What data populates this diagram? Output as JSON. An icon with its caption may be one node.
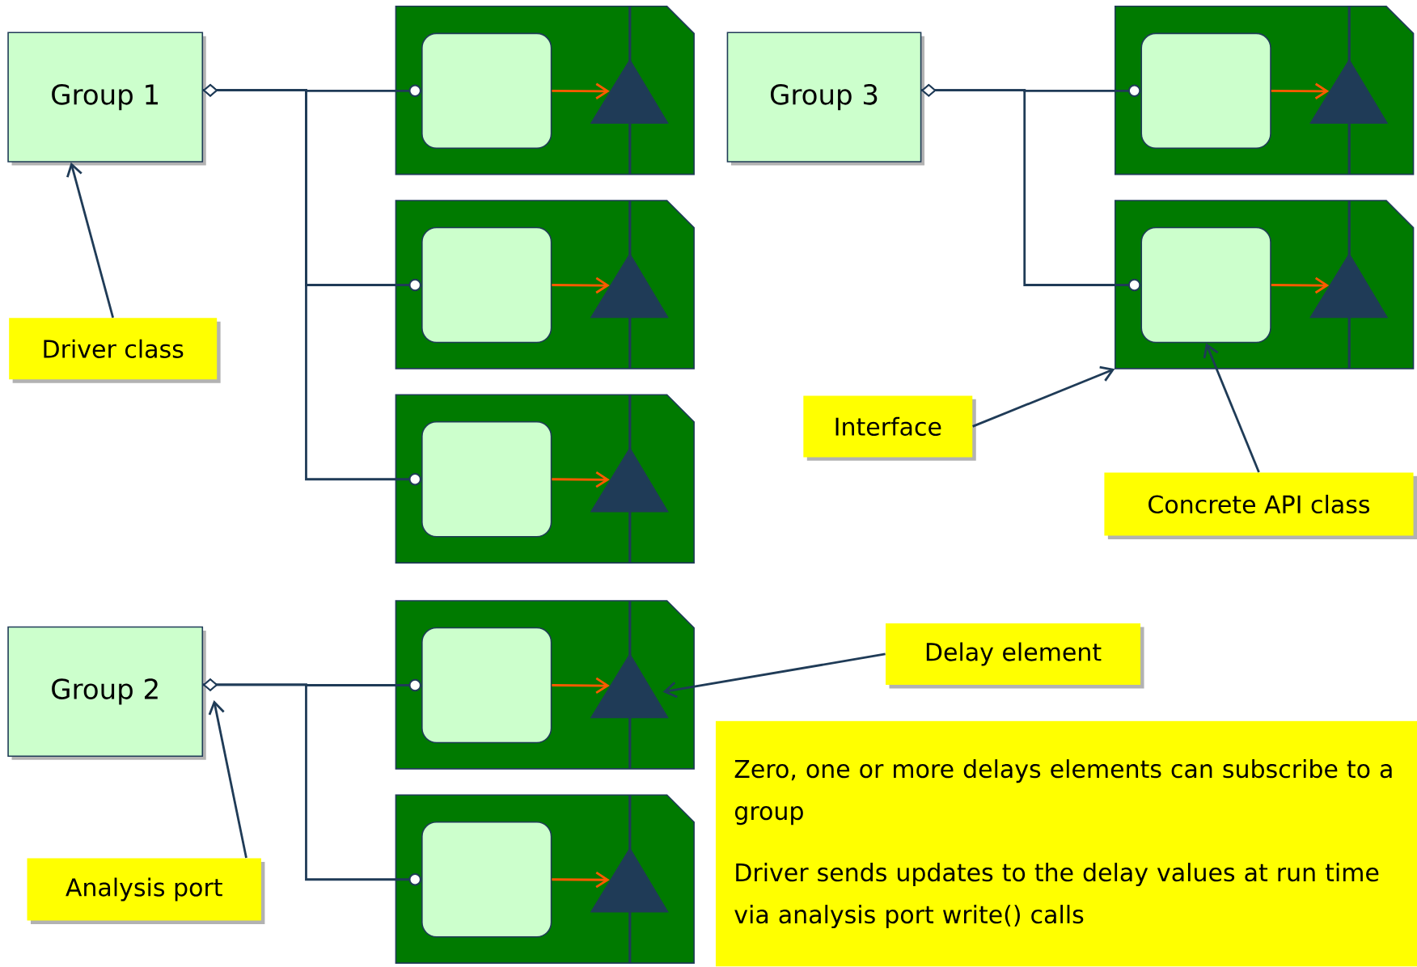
{
  "diagram": {
    "nodes": [
      {
        "text": [
          "Group 1"
        ]
      },
      {
        "text": [
          "Group 3"
        ]
      },
      {
        "text": [
          "Driver class"
        ]
      },
      {
        "text": [
          "Interface"
        ]
      },
      {
        "text": [
          "Concrete API class"
        ]
      },
      {
        "text": [
          "Group 2"
        ]
      },
      {
        "text": [
          "Delay element"
        ]
      },
      {
        "text": [
          "Analysis port"
        ]
      },
      {
        "text": [
          "Zero, one or more delays elements can subscribe to a group",
          "Driver sends updates to the delay values at run time via analysis port write() calls"
        ]
      },
      {
        "text": [],
        "shape": "box"
      },
      {
        "text": [],
        "shape": "box",
        "in": 9
      },
      {
        "text": [],
        "shape": "triangle",
        "in": 9
      },
      {
        "text": [],
        "shape": "box"
      },
      {
        "text": [],
        "shape": "box",
        "in": 12
      },
      {
        "text": [],
        "shape": "triangle",
        "in": 12
      },
      {
        "text": [],
        "shape": "box"
      },
      {
        "text": [],
        "shape": "box",
        "in": 15
      },
      {
        "text": [],
        "shape": "triangle",
        "in": 15
      },
      {
        "text": [],
        "shape": "box"
      },
      {
        "text": [],
        "shape": "box",
        "in": 18
      },
      {
        "text": [],
        "shape": "triangle",
        "in": 18
      },
      {
        "text": [],
        "shape": "box"
      },
      {
        "text": [],
        "shape": "box",
        "in": 21
      },
      {
        "text": [],
        "shape": "triangle",
        "in": 21
      },
      {
        "text": [],
        "shape": "box"
      },
      {
        "text": [],
        "shape": "box",
        "in": 24
      },
      {
        "text": [],
        "shape": "triangle",
        "in": 24
      },
      {
        "text": [],
        "shape": "box"
      },
      {
        "text": [],
        "shape": "box",
        "in": 27
      },
      {
        "text": [],
        "shape": "triangle",
        "in": 27
      }
    ],
    "edges": [
      {
        "from": 0,
        "to": 10,
        "arrow": "other"
      },
      {
        "from": 0,
        "to": 16,
        "arrow": "other"
      },
      {
        "from": 0,
        "to": 22,
        "arrow": "other"
      },
      {
        "from": 1,
        "to": 13,
        "arrow": "other"
      },
      {
        "from": 1,
        "to": 19,
        "arrow": "other"
      },
      {
        "from": 5,
        "to": 25,
        "arrow": "other"
      },
      {
        "from": 5,
        "to": 28,
        "arrow": "other"
      },
      {
        "from": 10,
        "to": 11,
        "arrow": "to",
        "color": "#ff5a00"
      },
      {
        "from": 13,
        "to": 14,
        "arrow": "to",
        "color": "#ff5a00"
      },
      {
        "from": 16,
        "to": 17,
        "arrow": "to",
        "color": "#ff5a00"
      },
      {
        "from": 19,
        "to": 20,
        "arrow": "to",
        "color": "#ff5a00"
      },
      {
        "from": 22,
        "to": 23,
        "arrow": "to",
        "color": "#ff5a00"
      },
      {
        "from": 25,
        "to": 26,
        "arrow": "to",
        "color": "#ff5a00"
      },
      {
        "from": 28,
        "to": 29,
        "arrow": "to",
        "color": "#ff5a00"
      },
      {
        "from": 2,
        "to": 0,
        "arrow": "to"
      },
      {
        "from": 3,
        "to": 18,
        "arrow": "to"
      },
      {
        "from": 4,
        "to": 19,
        "arrow": "to"
      },
      {
        "from": 6,
        "to": 26,
        "arrow": "to"
      },
      {
        "from": 7,
        "to": 5,
        "arrow": "to"
      }
    ]
  }
}
